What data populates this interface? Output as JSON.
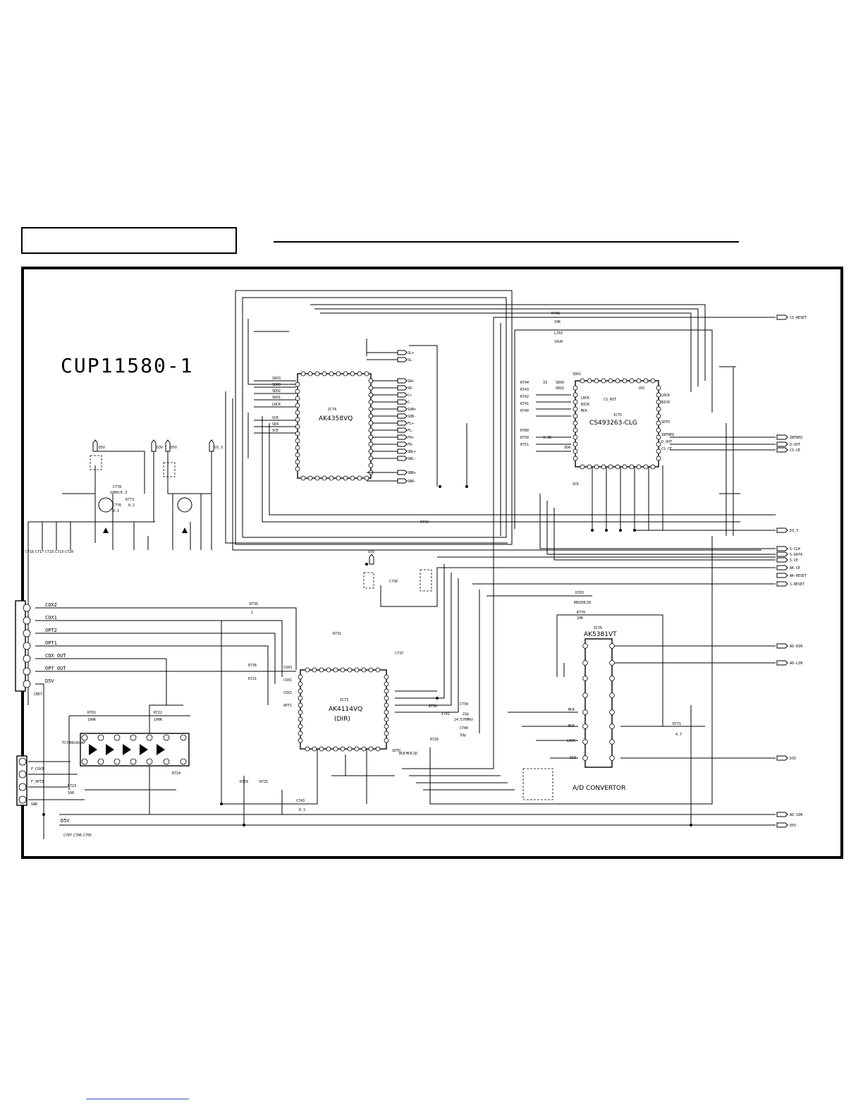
{
  "board_id": "CUP11580-1",
  "ics": {
    "ic74": {
      "ref": "IC74",
      "part": "AK4358VQ"
    },
    "ic75": {
      "ref": "IC75",
      "part": "CS493263-CLG"
    },
    "ic73": {
      "ref": "IC73",
      "part": "AK4114VQ",
      "sub": "(DIR)"
    },
    "ic76": {
      "ref": "IC76",
      "part": "AK5381VT",
      "caption": "A/D CONVERTOR"
    },
    "ic72": {
      "part": "TC74HCU04AF"
    }
  },
  "connector": {
    "ref": "CN57",
    "pins": [
      "COX2",
      "COX1",
      "OPT2",
      "OPT1",
      "COX_OUT",
      "OPT_OUT",
      "D5V"
    ],
    "bottom_pins": [
      "F_COX3",
      "F_OPT3",
      "GND"
    ],
    "supply": "D5V"
  },
  "right_signals": [
    "CS-RESET",
    "INTREQ",
    "D-OUT",
    "CS-CE",
    "D3_3",
    "S-CLK",
    "S-DATA",
    "S-CE",
    "AK-CE",
    "AK-RESET",
    "S-RESET",
    "AD-RIN",
    "AD-LIN",
    "D3V",
    "AD-SIN",
    "D5V"
  ],
  "ic74_left_pins": [
    "SDO3",
    "SDO0",
    "SDO2",
    "SDO1",
    "LRCK",
    "SCK",
    "SD4",
    "SCE"
  ],
  "ic74_right_pins": [
    "SR+",
    "SR-",
    "C+",
    "C-",
    "SUB+",
    "SUB-",
    "FL+",
    "FL-",
    "FR+",
    "FR-",
    "SBL+",
    "SBL-",
    "SBR+",
    "SBR-"
  ],
  "ic74_top_pins": [
    "SL+",
    "SL-"
  ],
  "ic75_labels": [
    "SDO1",
    "SDO0",
    "SDO2",
    "LRCK",
    "BICK",
    "MCK",
    "SDA",
    "SCK",
    "CS_RST",
    "OSC",
    "LRCK",
    "BICK",
    "SDTO",
    "INTREQ",
    "D_OUT",
    "CS_CE"
  ],
  "ic73_left_pins": [
    "COX3",
    "COX1",
    "COX2",
    "OPT1"
  ],
  "ic73_bottom_pins": [
    "SDTO",
    "BCK",
    "MCK",
    "SD"
  ],
  "ic76_left_pins": [
    "MCK",
    "MCK",
    "LRCK",
    "SDI"
  ],
  "supply_labels": [
    "D5V",
    "D3V",
    "D5V",
    "D3V",
    "D3_3"
  ],
  "parts": [
    "R748",
    "10K",
    "L703",
    "10uH",
    "R744",
    "33",
    "R743",
    "R742",
    "R741",
    "R740",
    "R780",
    "R750",
    "3.3K",
    "R751",
    "C778",
    "1000/6.3",
    "R773",
    "8.2",
    "C776",
    "0.1",
    "R735",
    "1",
    "R731",
    "R736",
    "R721",
    "R734",
    "C739",
    "22p",
    "C740",
    "33p",
    "X701",
    "24.576MHz",
    "D703",
    "RB160L50",
    "R770",
    "10K",
    "R771",
    "4.7",
    "R701",
    "100K",
    "R722",
    "100K",
    "R723",
    "100",
    "R724",
    "C743",
    "0.1",
    "C707",
    "C706",
    "C705",
    "C716",
    "C717",
    "C718",
    "C719",
    "C720",
    "R725",
    "R726",
    "R729",
    "R739",
    "C730",
    "C737"
  ]
}
